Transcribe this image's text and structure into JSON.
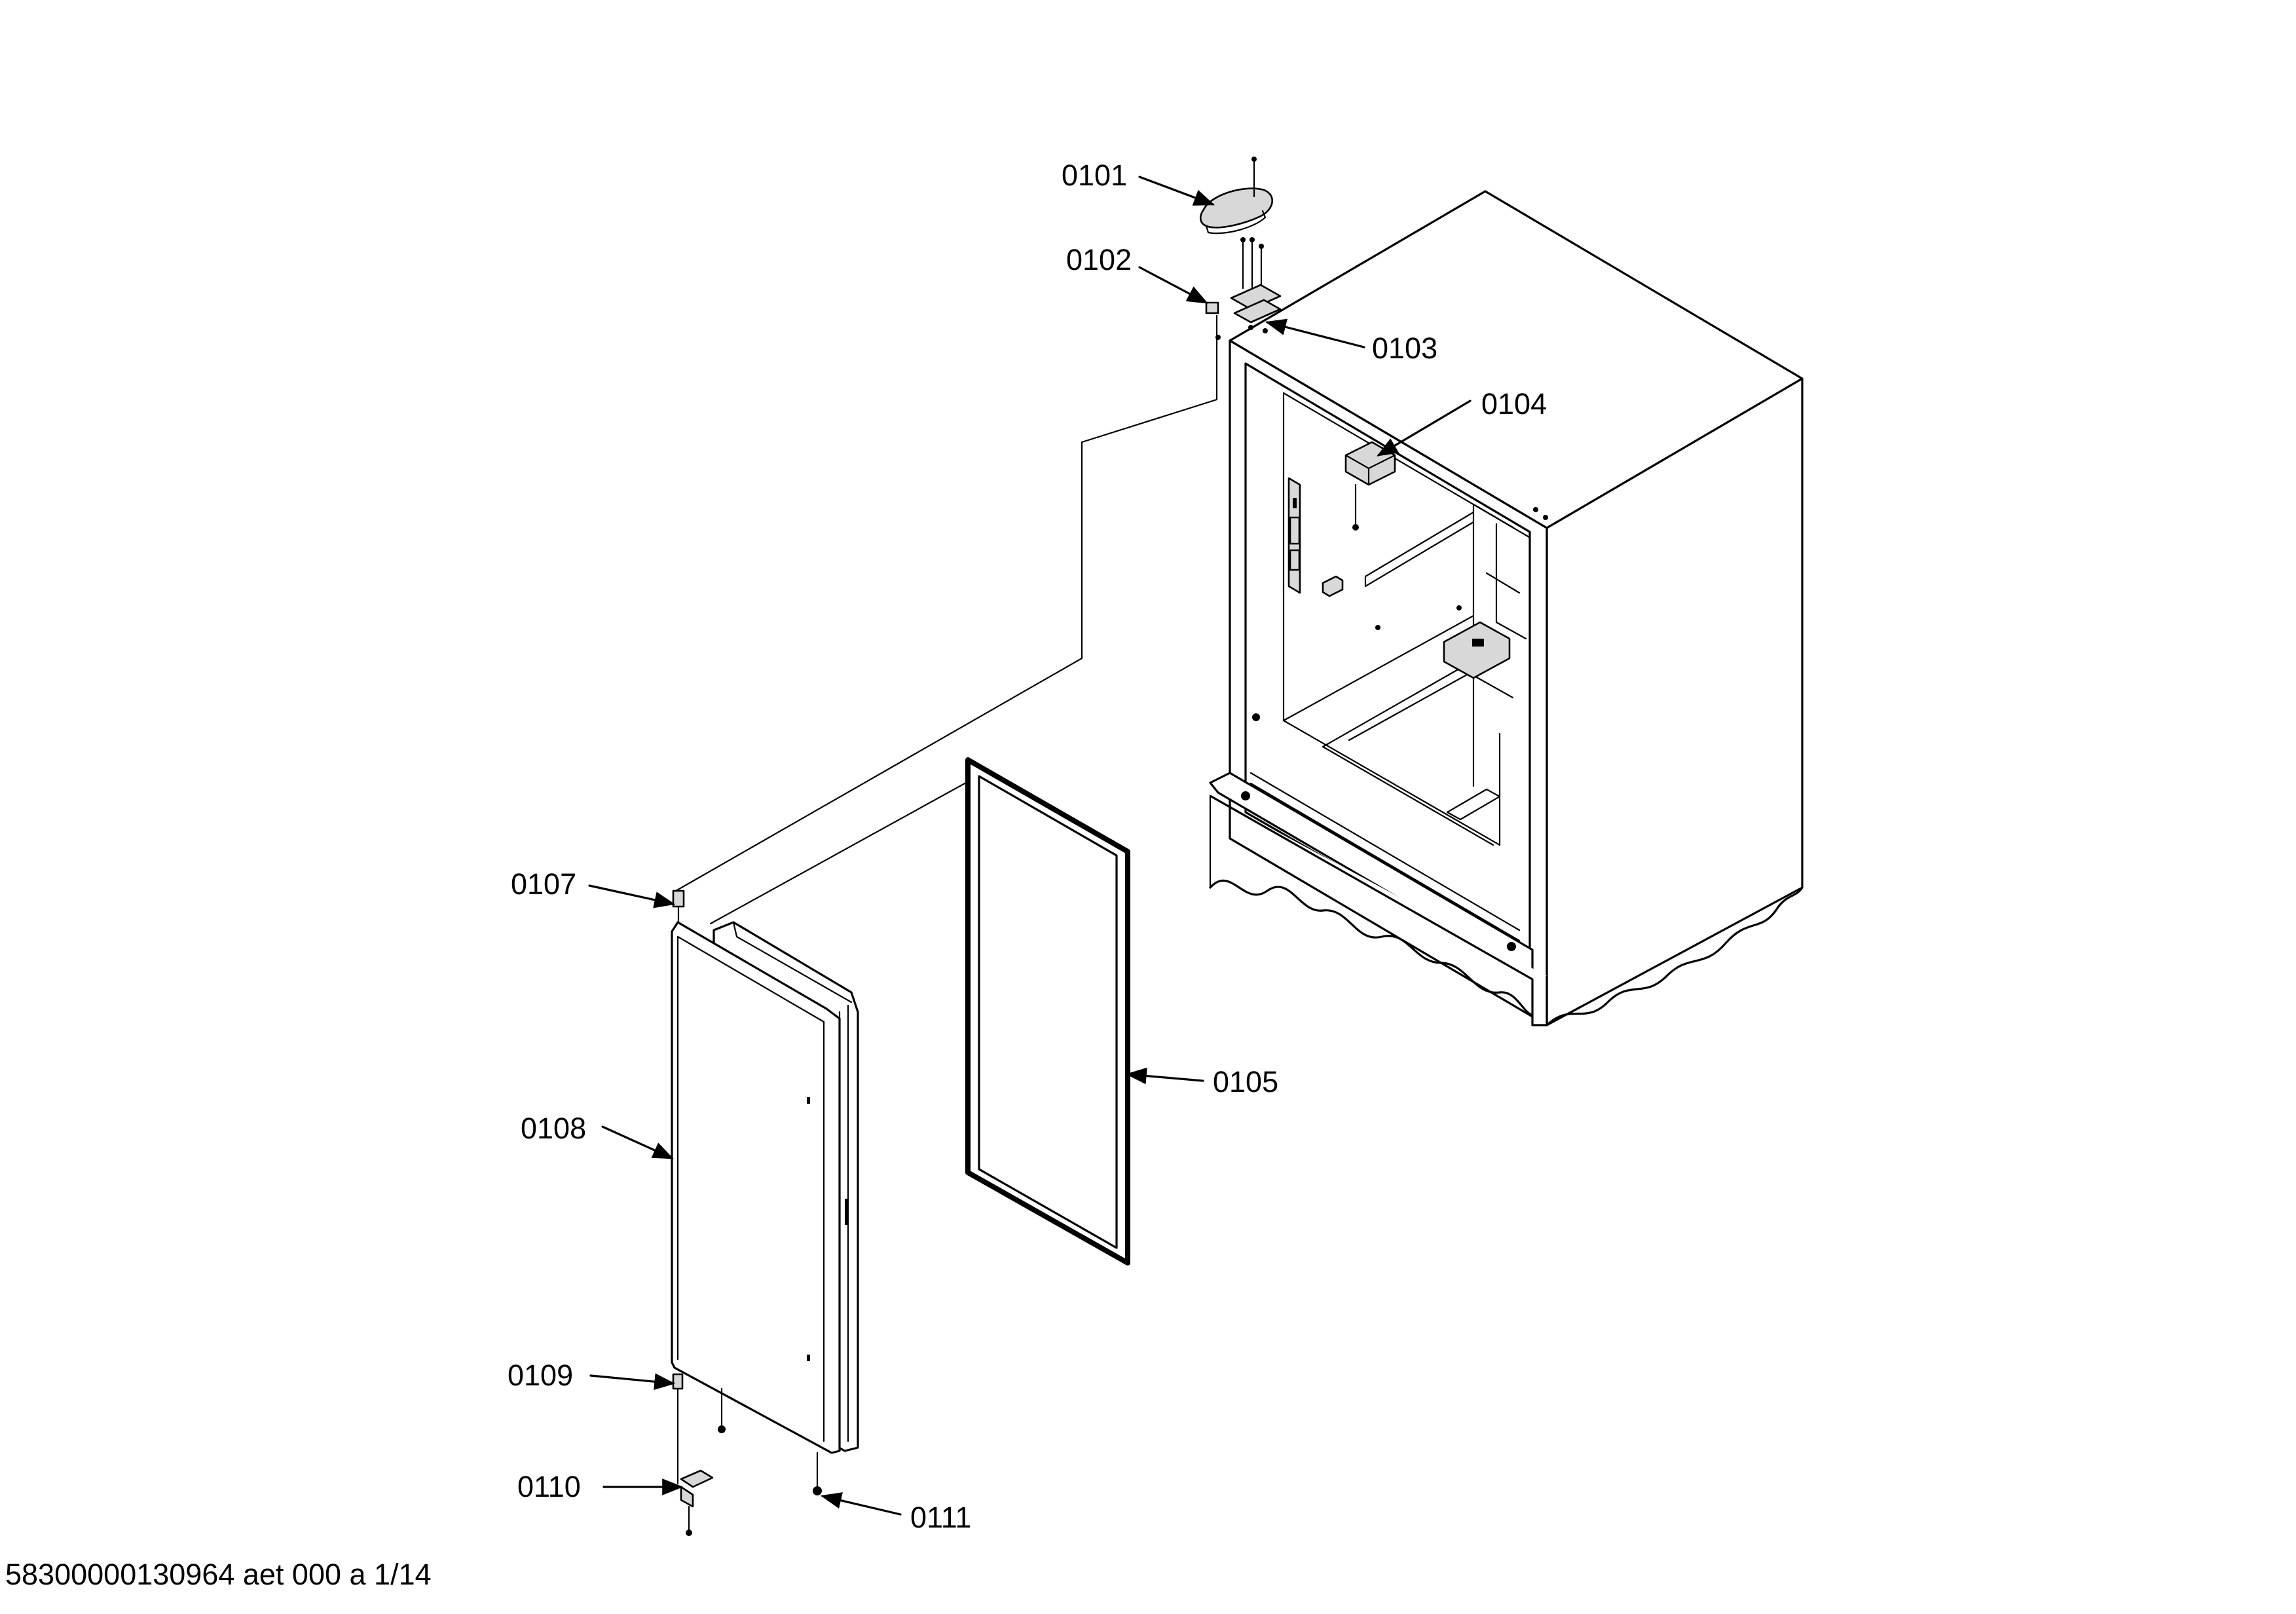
{
  "labels": {
    "p0101": "0101",
    "p0102": "0102",
    "p0103": "0103",
    "p0104": "0104",
    "p0105": "0105",
    "p0107": "0107",
    "p0108": "0108",
    "p0109": "0109",
    "p0110": "0110",
    "p0111": "0111"
  },
  "footer": {
    "code": "58300000130964 aet 000 a 1/14"
  },
  "colors": {
    "line": "#000000",
    "background": "#ffffff"
  }
}
